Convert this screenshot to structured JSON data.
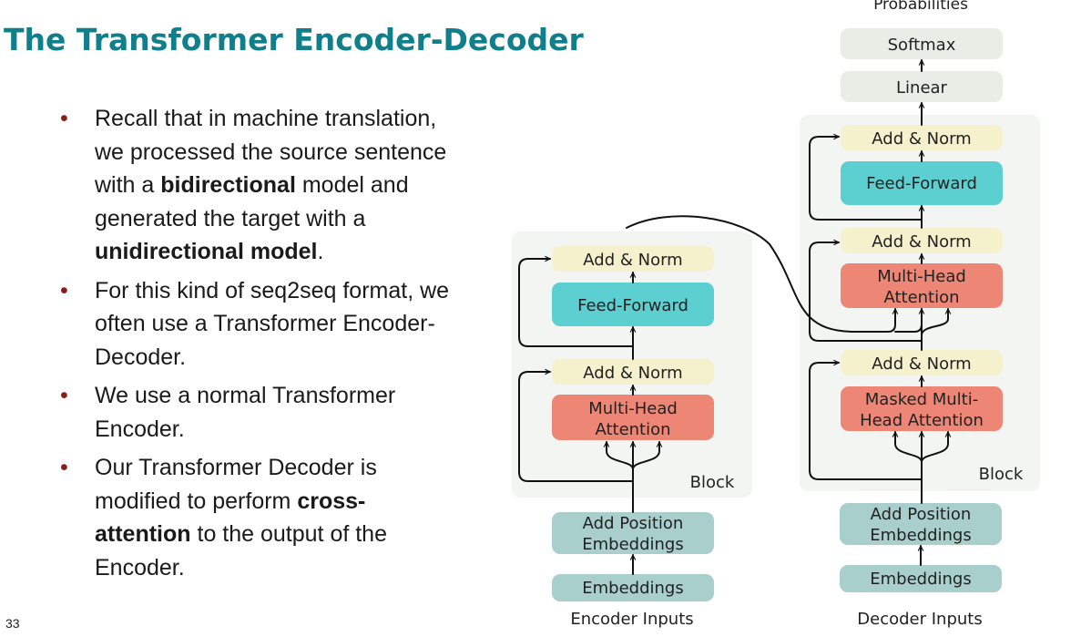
{
  "title": "The Transformer Encoder-Decoder",
  "slide_number": "33",
  "bullets": [
    [
      {
        "t": "Recall that in machine translation, we processed the source sentence with a "
      },
      {
        "t": "bidirectional",
        "b": true
      },
      {
        "t": " model and generated the target with a "
      },
      {
        "t": "unidirectional model",
        "b": true
      },
      {
        "t": "."
      }
    ],
    [
      {
        "t": "For this kind of seq2seq format, we often use a Transformer Encoder-Decoder."
      }
    ],
    [
      {
        "t": "We use a normal Transformer Encoder."
      }
    ],
    [
      {
        "t": "Our Transformer Decoder is modified to perform "
      },
      {
        "t": "cross-attention",
        "b": true
      },
      {
        "t": " to the output of the Encoder."
      }
    ]
  ],
  "diagram": {
    "top_label": "Probabilities",
    "softmax": "Softmax",
    "linear": "Linear",
    "encoder": {
      "add_norm": "Add & Norm",
      "feed_forward": "Feed-Forward",
      "attention": [
        "Multi-Head",
        "Attention"
      ],
      "block": "Block",
      "position": [
        "Add Position",
        "Embeddings"
      ],
      "embeddings": "Embeddings",
      "inputs": "Encoder Inputs"
    },
    "decoder": {
      "add_norm": "Add & Norm",
      "feed_forward": "Feed-Forward",
      "cross_attention": [
        "Multi-Head",
        "Attention"
      ],
      "masked_attention": [
        "Masked Multi-",
        "Head Attention"
      ],
      "block": "Block",
      "position": [
        "Add Position",
        "Embeddings"
      ],
      "embeddings": "Embeddings",
      "inputs": "Decoder Inputs"
    },
    "colors": {
      "add_norm": "#f6f1cd",
      "feed_forward": "#5ccfd0",
      "attention": "#ee8676",
      "embedding": "#a9cfcc",
      "output_box": "#e9ede6",
      "block_bg": "#f3f5f2",
      "title": "#0f7f8c",
      "bullet": "#8b1a1a"
    }
  }
}
